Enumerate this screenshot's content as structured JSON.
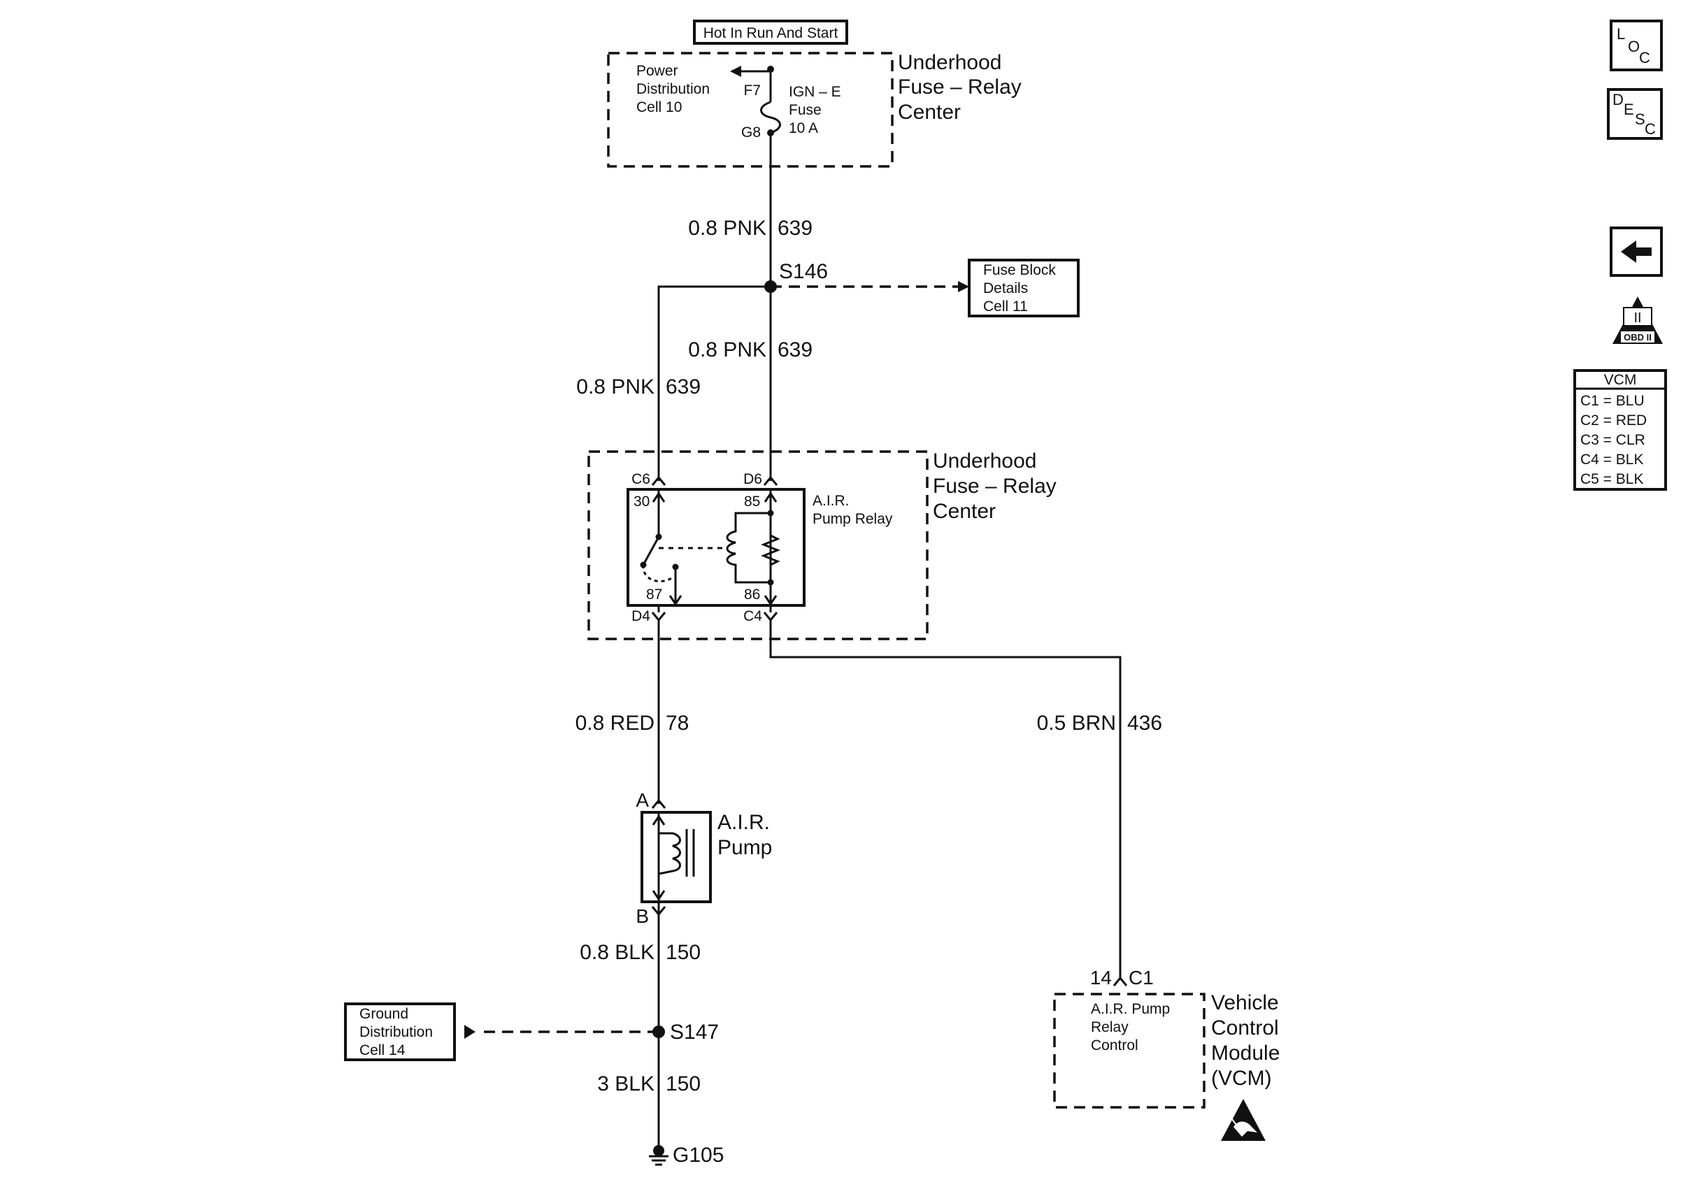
{
  "header_box": {
    "text": "Hot In Run And Start"
  },
  "top_module": {
    "name_lines": [
      "Underhood",
      "Fuse – Relay",
      "Center"
    ],
    "ref_lines": [
      "Power",
      "Distribution",
      "Cell 10"
    ],
    "pin_top": "F7",
    "pin_bottom": "G8",
    "fuse_lines": [
      "IGN – E",
      "Fuse",
      "10 A"
    ]
  },
  "wires": {
    "w639_top": {
      "gauge_color": "0.8 PNK",
      "circuit": "639"
    },
    "w639_mid": {
      "gauge_color": "0.8 PNK",
      "circuit": "639"
    },
    "w639_left": {
      "gauge_color": "0.8 PNK",
      "circuit": "639"
    },
    "w78": {
      "gauge_color": "0.8 RED",
      "circuit": "78"
    },
    "w436": {
      "gauge_color": "0.5 BRN",
      "circuit": "436"
    },
    "w150_top": {
      "gauge_color": "0.8 BLK",
      "circuit": "150"
    },
    "w150_bot": {
      "gauge_color": "3 BLK",
      "circuit": "150"
    }
  },
  "splices": {
    "s146": "S146",
    "s147": "S147"
  },
  "fuse_block_ref": {
    "lines": [
      "Fuse Block",
      "Details",
      "Cell 11"
    ]
  },
  "relay_module": {
    "name_lines": [
      "Underhood",
      "Fuse – Relay",
      "Center"
    ],
    "relay_name_lines": [
      "A.I.R.",
      "Pump Relay"
    ],
    "conn_c6": "C6",
    "conn_d6": "D6",
    "conn_d4": "D4",
    "conn_c4": "C4",
    "pin_30": "30",
    "pin_85": "85",
    "pin_87": "87",
    "pin_86": "86"
  },
  "pump": {
    "name_lines": [
      "A.I.R.",
      "Pump"
    ],
    "pin_a": "A",
    "pin_b": "B"
  },
  "ground_ref": {
    "lines": [
      "Ground",
      "Distribution",
      "Cell 14"
    ]
  },
  "ground": {
    "label": "G105"
  },
  "vcm": {
    "pin": "14",
    "connector": "C1",
    "function_lines": [
      "A.I.R. Pump",
      "Relay",
      "Control"
    ],
    "name_lines": [
      "Vehicle",
      "Control",
      "Module",
      "(VCM)"
    ]
  },
  "sidebar": {
    "loc_button": {
      "big": "L",
      "small1": "O",
      "small2": "C"
    },
    "desc_button": {
      "l1": "D",
      "l2": "E",
      "l3": "S",
      "l4": "C"
    },
    "back_button_icon": "left-arrow-icon",
    "obd_label": "OBD II",
    "obd_numeral": "II",
    "vcm_table": {
      "title": "VCM",
      "rows": [
        "C1 = BLU",
        "C2 = RED",
        "C3 = CLR",
        "C4 = BLK",
        "C5 = BLK"
      ]
    }
  }
}
